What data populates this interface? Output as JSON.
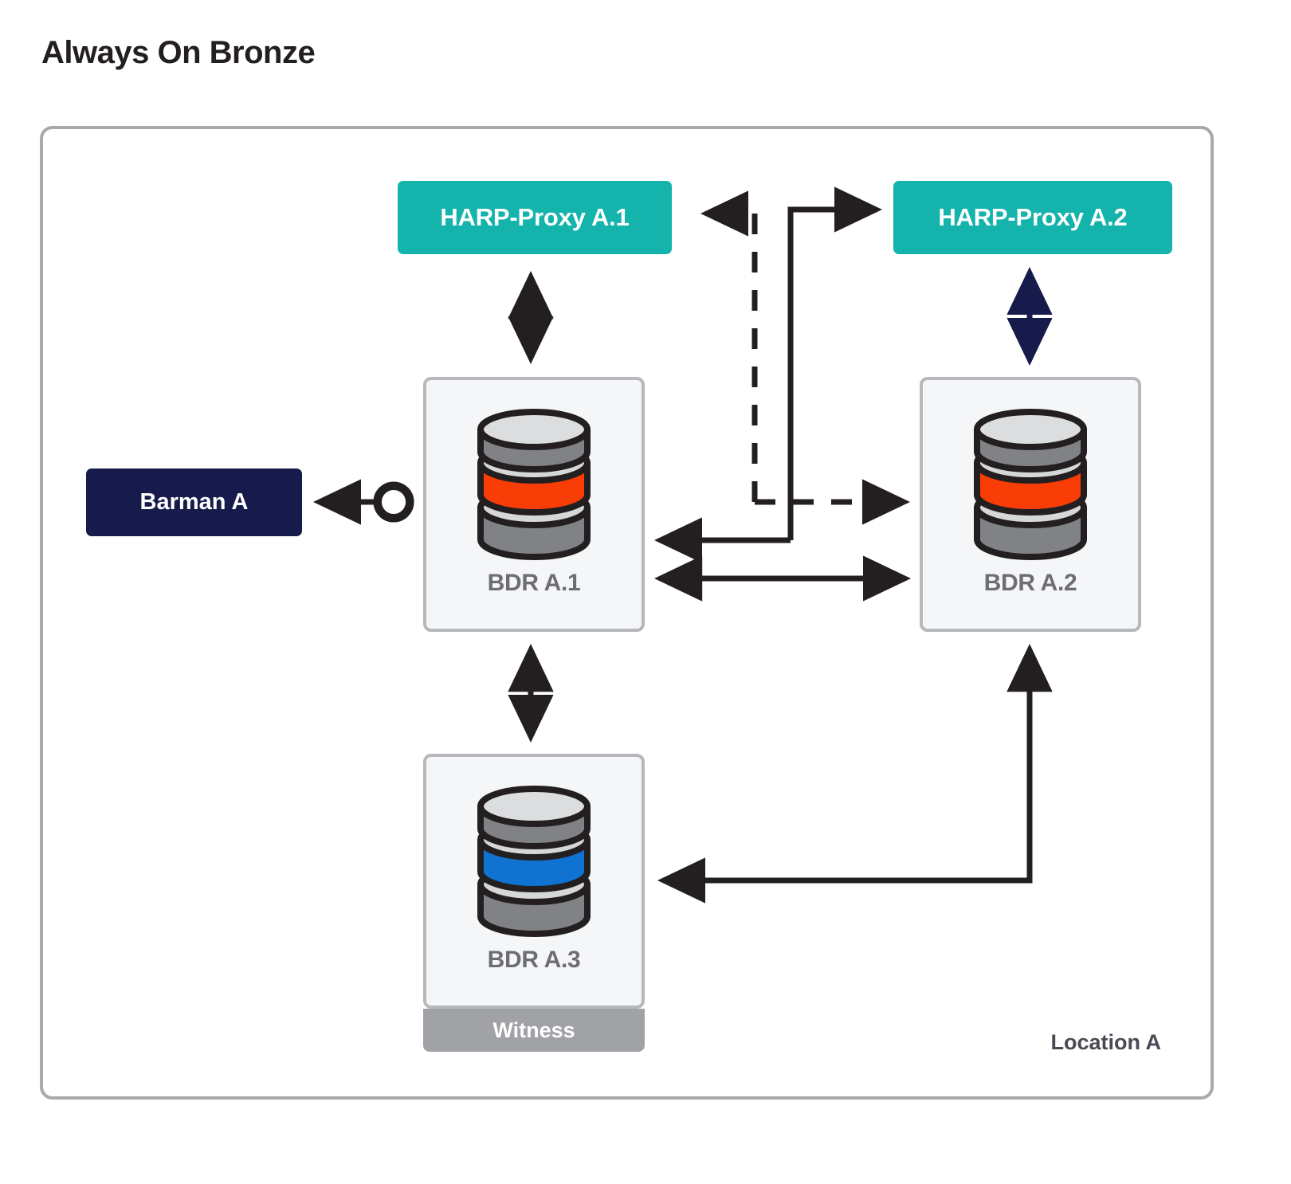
{
  "page": {
    "title": "Always On Bronze"
  },
  "location_panel": {
    "label": "Location A"
  },
  "proxies": [
    {
      "id": "harp-proxy-a1",
      "label": "HARP-Proxy A.1",
      "color": "#14b3ac"
    },
    {
      "id": "harp-proxy-a2",
      "label": "HARP-Proxy A.2",
      "color": "#14b3ac"
    }
  ],
  "backup": {
    "label": "Barman A",
    "color": "#161b4b"
  },
  "nodes": [
    {
      "id": "bdr-a1",
      "label": "BDR A.1",
      "band_color": "#f93d06",
      "role": ""
    },
    {
      "id": "bdr-a2",
      "label": "BDR A.2",
      "band_color": "#f93d06",
      "role": ""
    },
    {
      "id": "bdr-a3",
      "label": "BDR A.3",
      "band_color": "#1072d1",
      "role": "Witness"
    }
  ],
  "witness": {
    "label": "Witness",
    "color": "#a0a2a6"
  },
  "connectors": [
    {
      "name": "proxy-a1-to-bdr-a1",
      "style": "solid",
      "color": "#231f20",
      "heads": "both"
    },
    {
      "name": "proxy-a2-to-bdr-a2",
      "style": "solid",
      "color": "#161b4b",
      "heads": "both"
    },
    {
      "name": "bdr-a1-to-proxy-a1-dashed",
      "style": "dashed",
      "color": "#231f20",
      "heads": "end"
    },
    {
      "name": "bdr-a1-to-bdr-a2-dashed",
      "style": "dashed",
      "color": "#231f20",
      "heads": "end"
    },
    {
      "name": "bdr-a2-to-proxy-a2",
      "style": "solid",
      "color": "#231f20",
      "heads": "end"
    },
    {
      "name": "bdr-a2-to-bdr-a1",
      "style": "solid",
      "color": "#231f20",
      "heads": "end"
    },
    {
      "name": "bdr-a1-bdr-a2-replication",
      "style": "solid",
      "color": "#231f20",
      "heads": "both"
    },
    {
      "name": "bdr-a1-to-bdr-a3",
      "style": "solid",
      "color": "#231f20",
      "heads": "both"
    },
    {
      "name": "bdr-a2-to-bdr-a3",
      "style": "solid",
      "color": "#231f20",
      "heads": "both"
    },
    {
      "name": "bdr-a1-to-barman-a",
      "style": "solid",
      "color": "#231f20",
      "heads": "arrow-circle"
    }
  ]
}
